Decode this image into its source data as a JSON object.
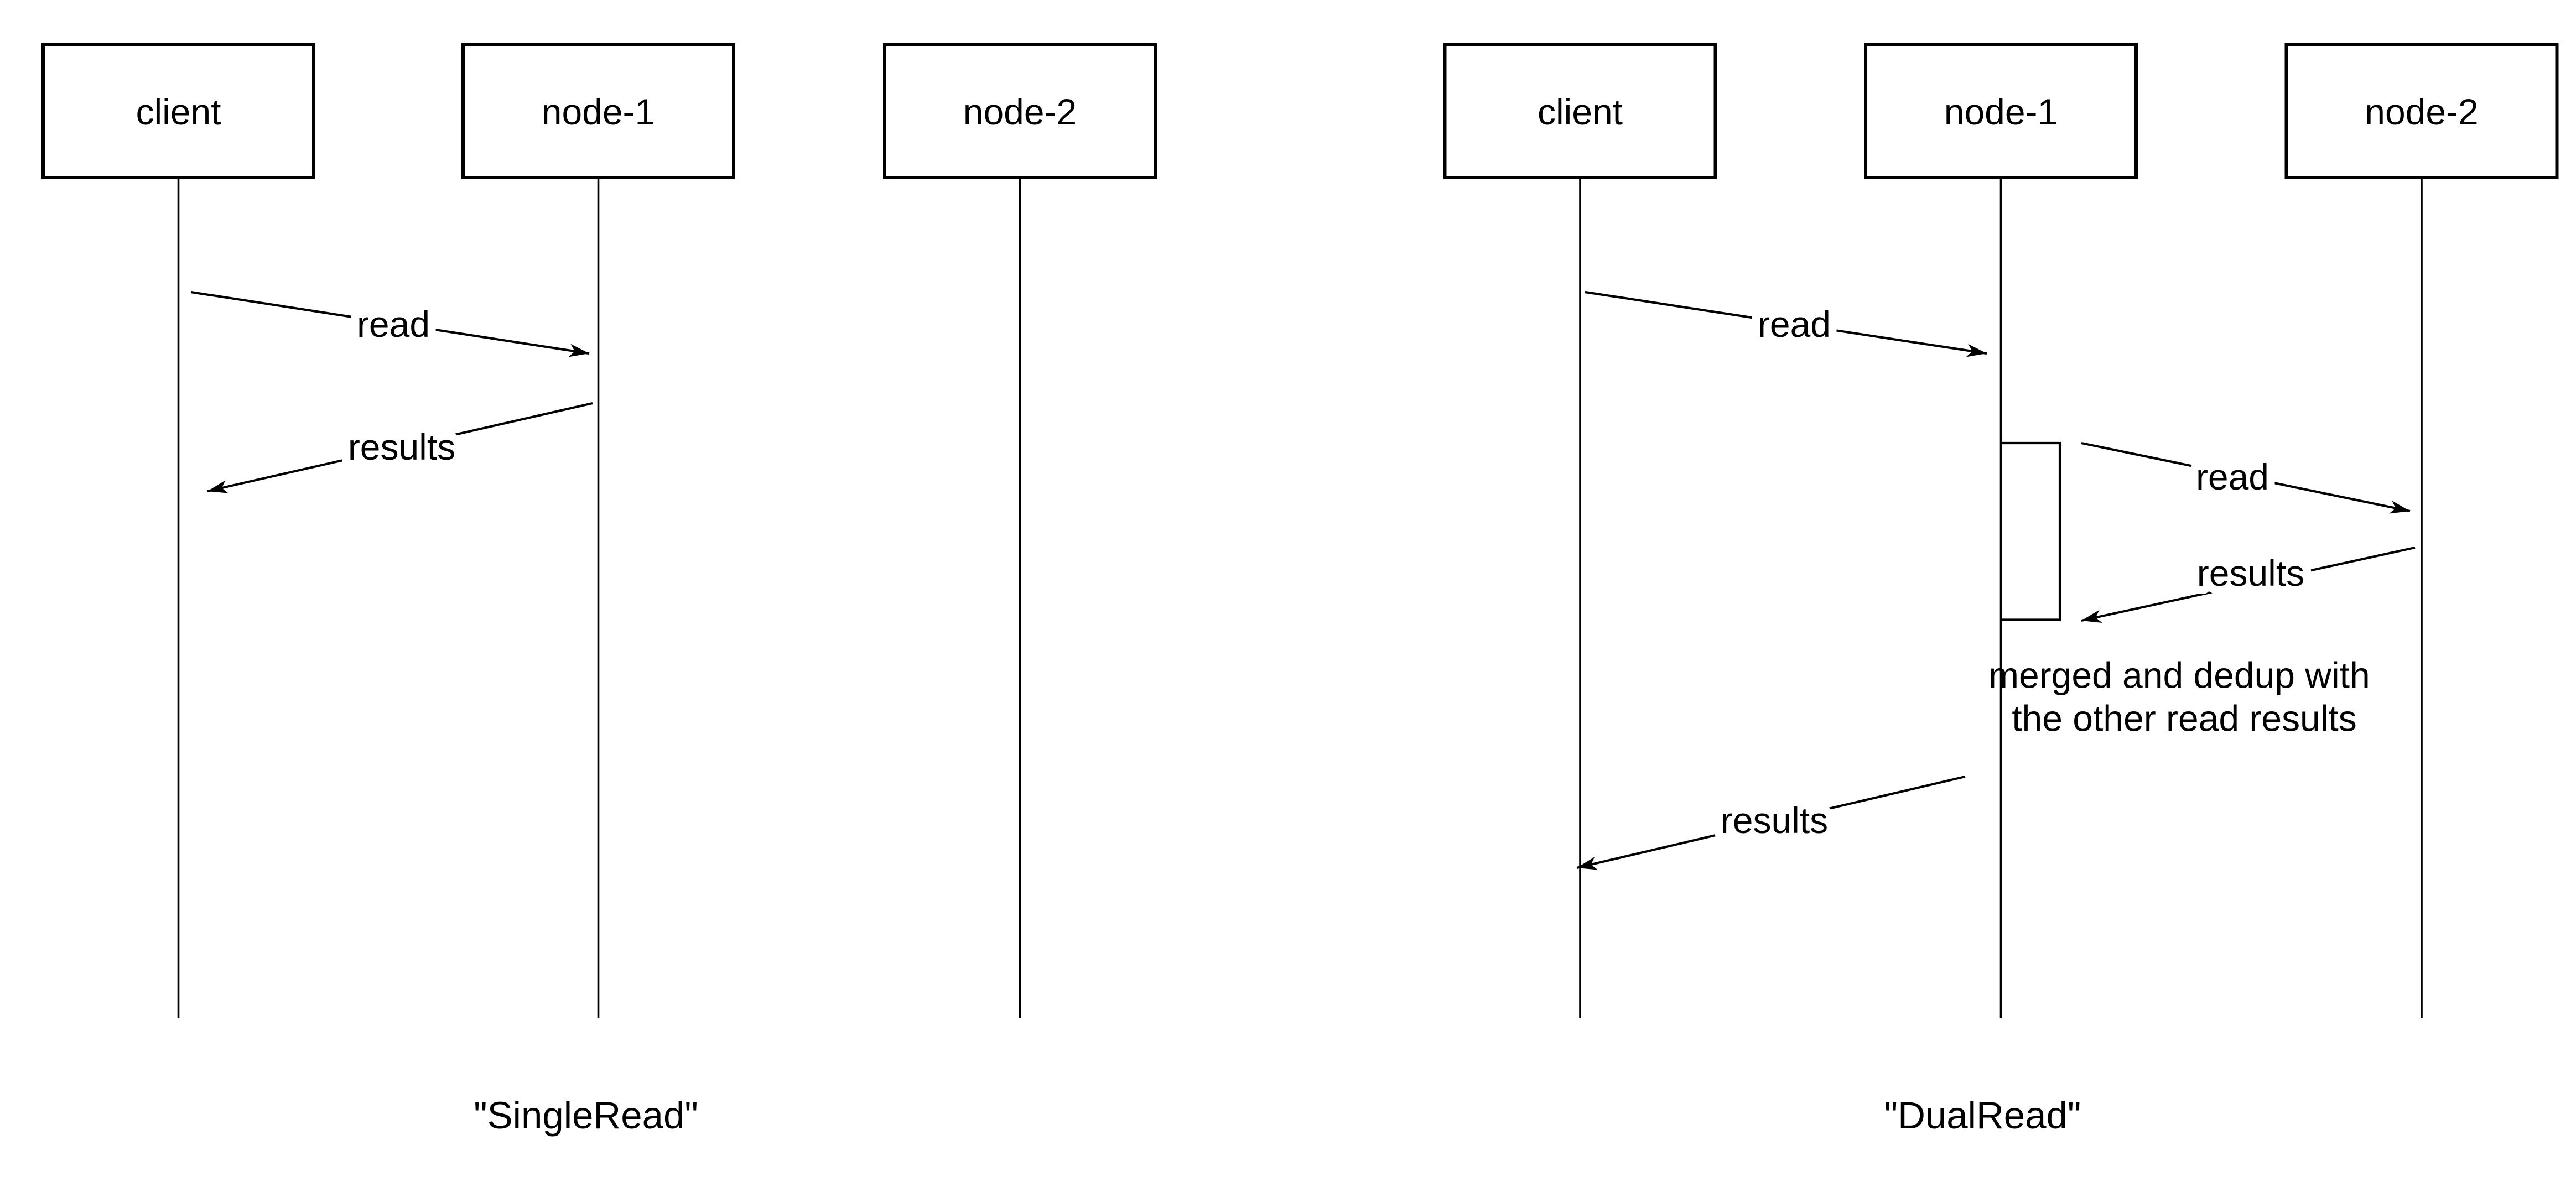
{
  "colors": {
    "background": "#ffffff",
    "line": "#000000"
  },
  "diagrams": [
    {
      "caption": "\"SingleRead\"",
      "actors": [
        "client",
        "node-1",
        "node-2"
      ],
      "messages": [
        {
          "label": "read",
          "from": "client",
          "to": "node-1"
        },
        {
          "label": "results",
          "from": "node-1",
          "to": "client"
        }
      ]
    },
    {
      "caption": "\"DualRead\"",
      "actors": [
        "client",
        "node-1",
        "node-2"
      ],
      "messages": [
        {
          "label": "read",
          "from": "client",
          "to": "node-1"
        },
        {
          "label": "read",
          "from": "node-1",
          "to": "node-2"
        },
        {
          "label": "results",
          "from": "node-2",
          "to": "node-1"
        },
        {
          "label": "results",
          "from": "node-1",
          "to": "client"
        }
      ],
      "note": {
        "line1": "merged and dedup with",
        "line2": "the other read results"
      }
    }
  ]
}
